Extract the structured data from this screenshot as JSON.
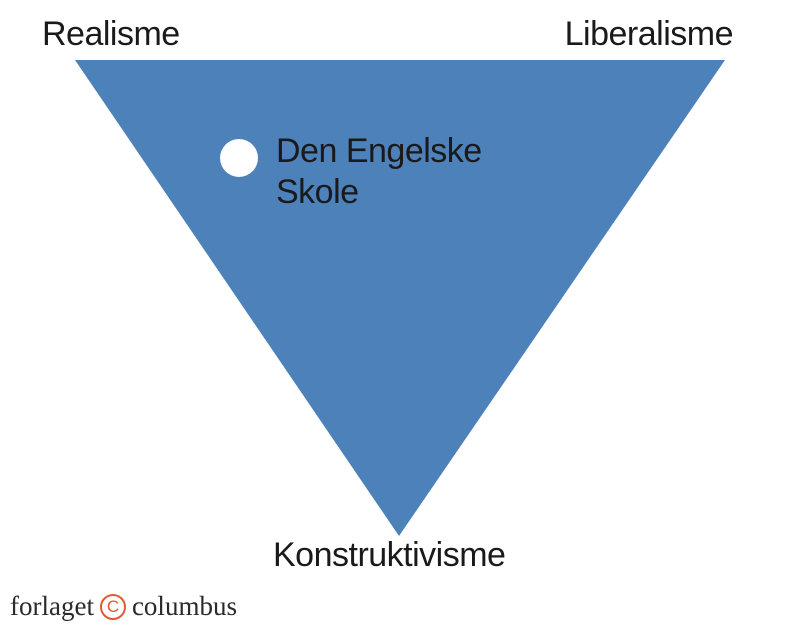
{
  "diagram": {
    "corners": {
      "top_left": "Realisme",
      "top_right": "Liberalisme",
      "bottom": "Konstruktivisme"
    },
    "school": {
      "line1": "Den Engelske",
      "line2": "Skole"
    }
  },
  "publisher": {
    "name_left": "forlaget",
    "name_right": "columbus",
    "symbol": "C"
  },
  "colors": {
    "triangle_fill": "#4d81ba",
    "marker_fill": "#ffffff",
    "text": "#1a1a1a",
    "logo_accent": "#e05a34"
  }
}
